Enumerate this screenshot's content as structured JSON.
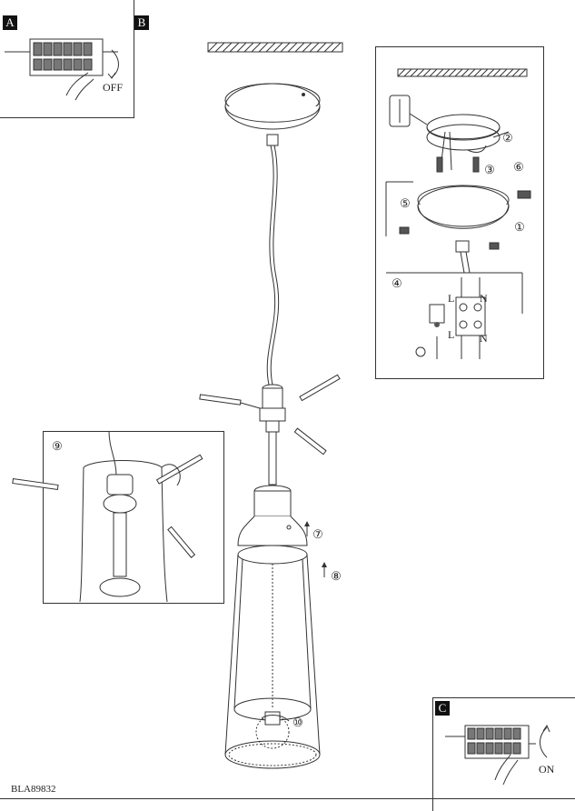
{
  "steps": {
    "a": "A",
    "b": "B",
    "c": "C"
  },
  "labels": {
    "off": "OFF",
    "on": "ON",
    "L_top": "L",
    "N_top": "N",
    "L_bottom": "L",
    "N_bottom": "N"
  },
  "callouts": [
    "①",
    "②",
    "③",
    "④",
    "⑤",
    "⑥",
    "⑦",
    "⑧",
    "⑨",
    "⑩"
  ],
  "product_code": "BLA89832"
}
